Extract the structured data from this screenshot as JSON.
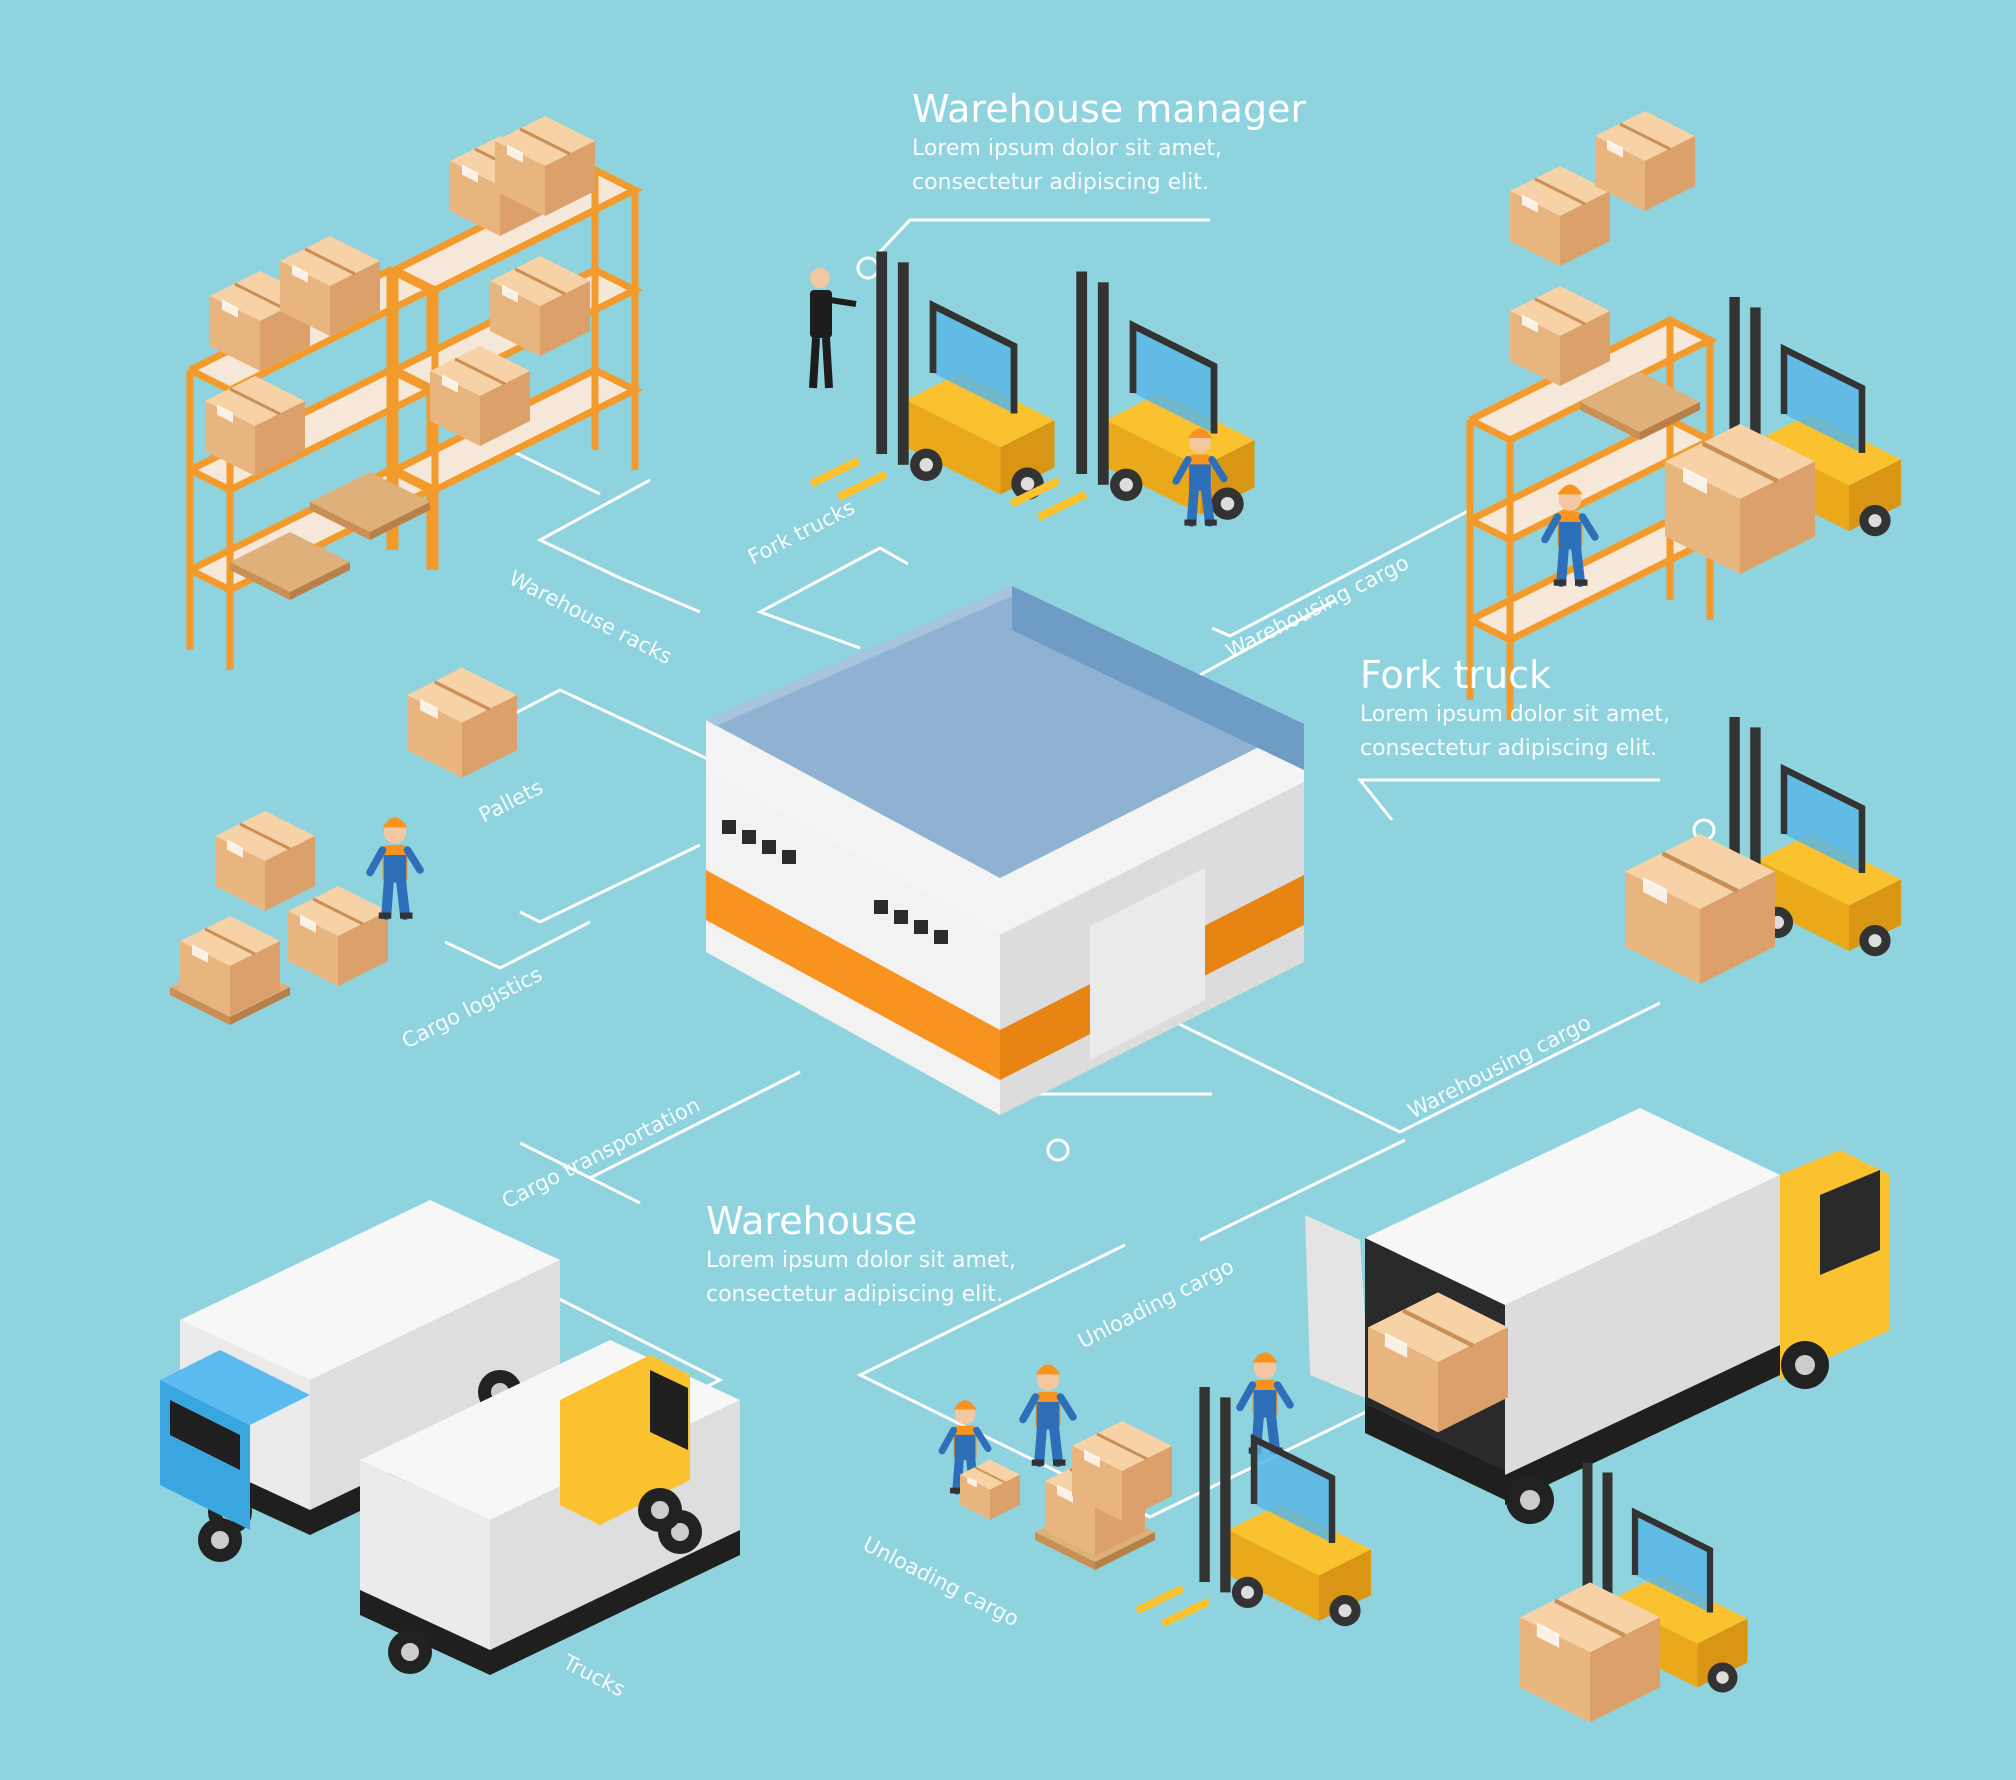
{
  "colors": {
    "background": "#8fd3de",
    "line": "#ffffff",
    "box_top": "#f6d2a6",
    "box_left": "#e9b57f",
    "box_right": "#dca06a",
    "shelf_orange": "#f39a2c",
    "roof": "#7ea6c9",
    "wall": "#f2f2f2",
    "stripe": "#f7931e",
    "truck_yellow": "#f9c22e",
    "truck_blue": "#3aa6e0",
    "worker_blue": "#2d6fb8",
    "worker_helmet": "#f7931e"
  },
  "callouts": {
    "warehouse_manager": {
      "title": "Warehouse manager",
      "body_line1": "Lorem ipsum dolor sit amet,",
      "body_line2": "consectetur adipiscing elit."
    },
    "fork_truck": {
      "title": "Fork truck",
      "body_line1": "Lorem ipsum dolor sit amet,",
      "body_line2": "consectetur adipiscing elit."
    },
    "warehouse": {
      "title": "Warehouse",
      "body_line1": "Lorem ipsum dolor sit amet,",
      "body_line2": "consectetur adipiscing elit."
    }
  },
  "edge_labels": {
    "fork_trucks": "Fork trucks",
    "warehouse_racks": "Warehouse racks",
    "warehousing_cargo_top": "Warehousing cargo",
    "pallets": "Pallets",
    "cargo_logistics": "Cargo logistics",
    "warehousing_cargo_right": "Warehousing cargo",
    "cargo_transportation": "Cargo transportation",
    "unloading_cargo_truck": "Unloading cargo",
    "unloading_cargo_bottom": "Unloading cargo",
    "trucks": "Trucks"
  }
}
